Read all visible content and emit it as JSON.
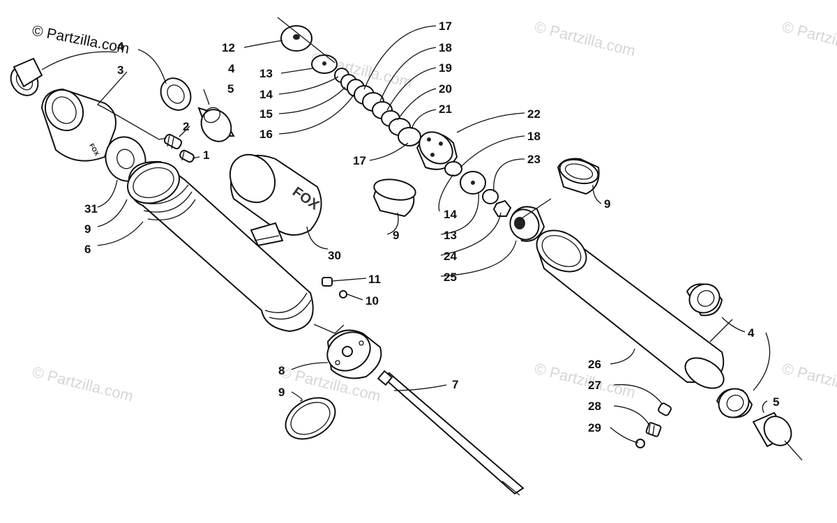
{
  "copyright": "© Partzilla.com",
  "watermark": "© Partzilla.com",
  "brand_label": "FOX",
  "labels": {
    "l1": "1",
    "l2": "2",
    "l3": "3",
    "l4a": "4",
    "l4b": "4",
    "l4c": "4",
    "l5a": "5",
    "l5b": "5",
    "l6": "6",
    "l7": "7",
    "l8": "8",
    "l9a": "9",
    "l9b": "9",
    "l9c": "9",
    "l9d": "9",
    "l10": "10",
    "l11": "11",
    "l12": "12",
    "l13a": "13",
    "l13b": "13",
    "l14a": "14",
    "l14b": "14",
    "l15": "15",
    "l16": "16",
    "l17a": "17",
    "l17b": "17",
    "l18a": "18",
    "l18b": "18",
    "l19": "19",
    "l20": "20",
    "l21": "21",
    "l22": "22",
    "l23": "23",
    "l24": "24",
    "l25": "25",
    "l26": "26",
    "l27": "27",
    "l28": "28",
    "l29": "29",
    "l30": "30",
    "l31": "31"
  }
}
